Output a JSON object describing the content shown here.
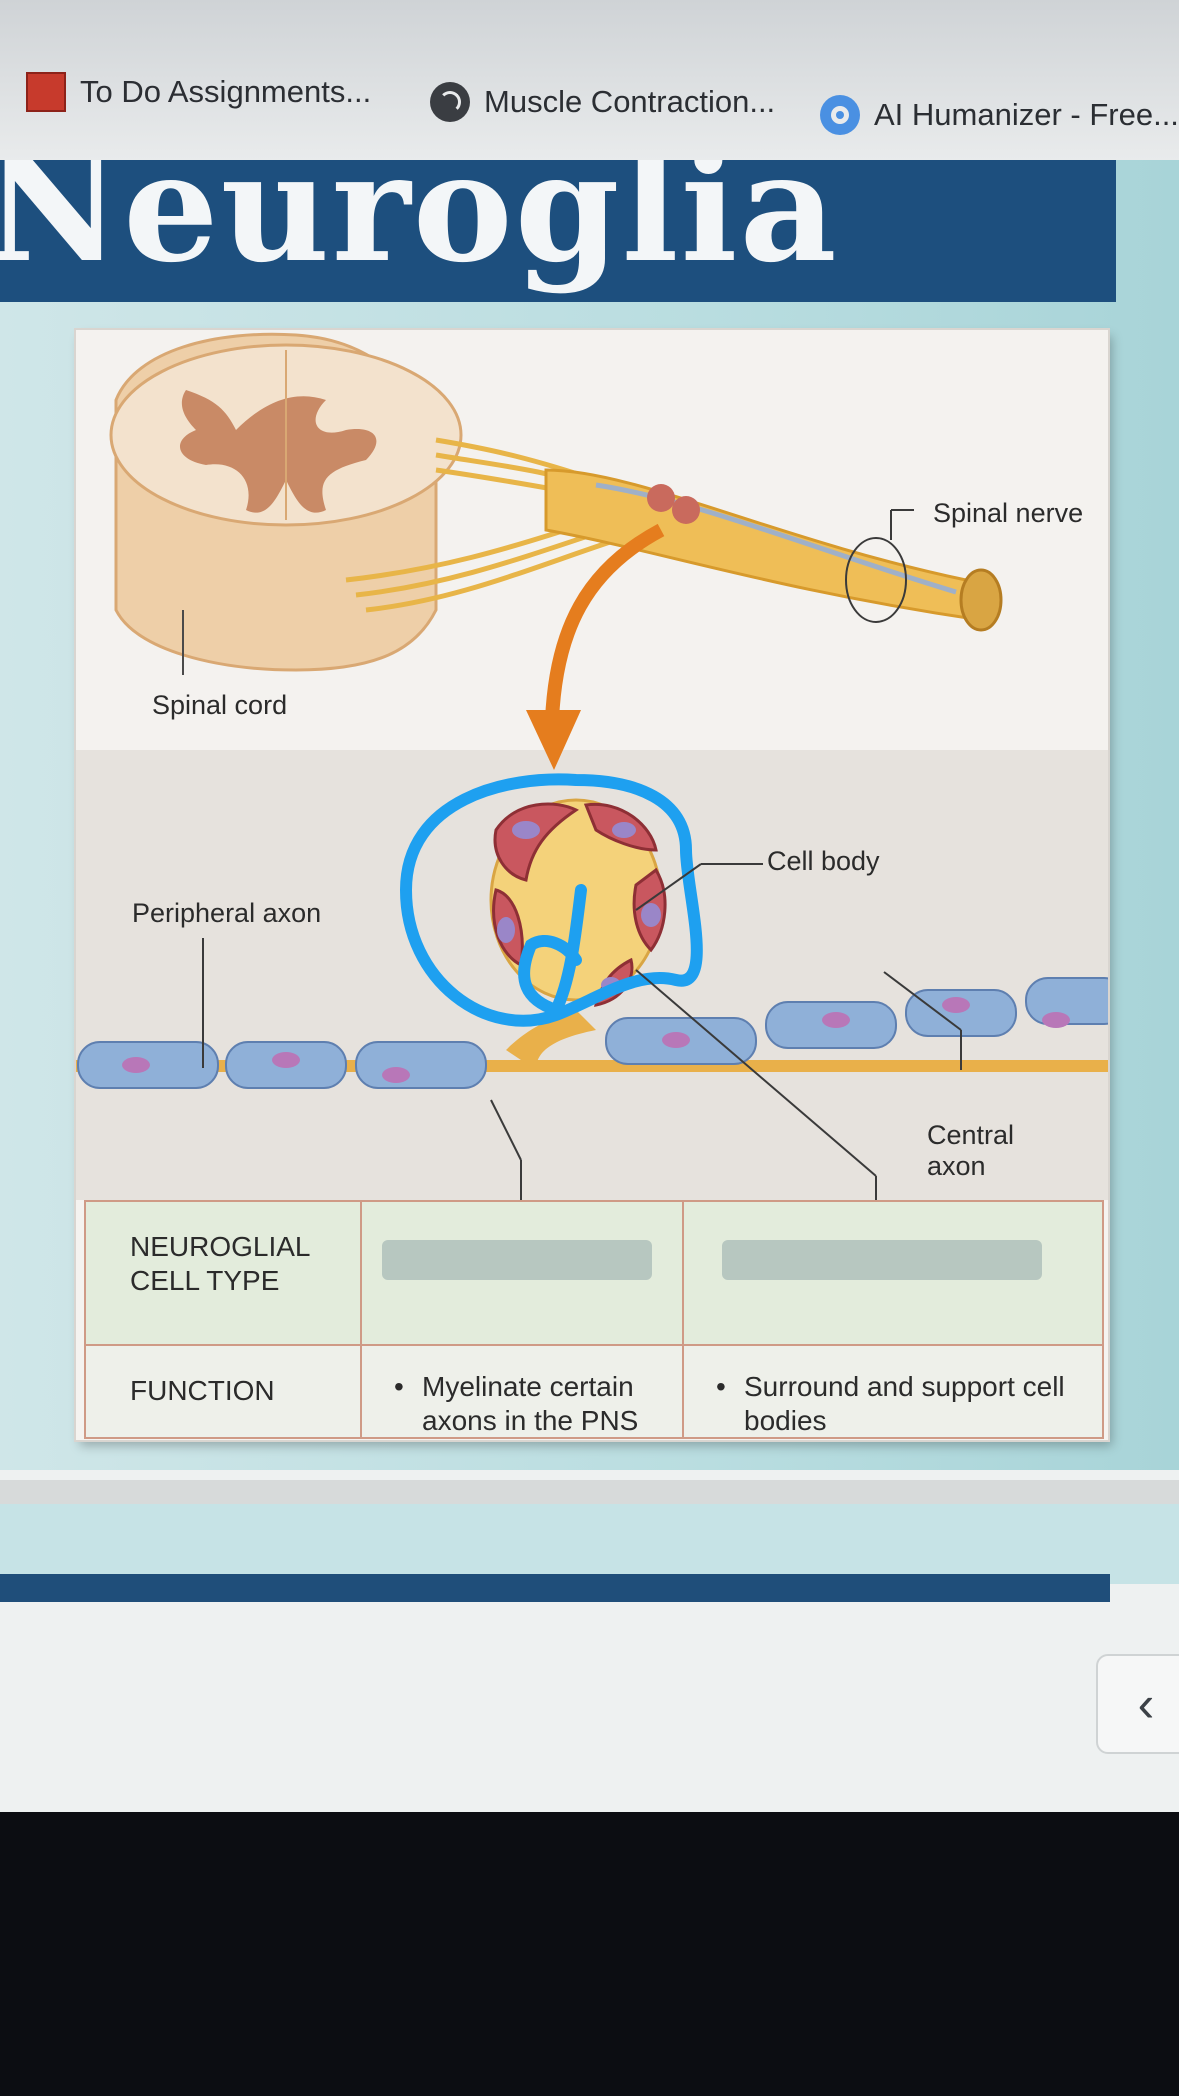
{
  "bookmarks": [
    {
      "icon": "mcgraw-hill-icon",
      "label": "To Do Assignments..."
    },
    {
      "icon": "globe-icon",
      "label": "Muscle Contraction..."
    },
    {
      "icon": "ai-humanizer-icon",
      "label": "AI Humanizer - Free..."
    }
  ],
  "banner": {
    "title": "Neuroglia"
  },
  "figure": {
    "labels": {
      "spinal_nerve": "Spinal nerve",
      "spinal_cord": "Spinal cord",
      "cell_body": "Cell body",
      "peripheral_axon": "Peripheral axon",
      "central_axon": "Central axon"
    },
    "annotation": {
      "color": "#1ea0f0",
      "description_mark": "hand-drawn circle"
    },
    "table": {
      "row1_header": "NEUROGLIAL CELL TYPE",
      "row1_values": [
        "",
        ""
      ],
      "row2_header": "FUNCTION",
      "row2_values": [
        "Myelinate certain axons in the PNS",
        "Surround and support cell bodies"
      ],
      "bullet": "•"
    }
  },
  "nav": {
    "back_icon": "chevron-left-icon",
    "back_glyph": "‹"
  },
  "colors": {
    "banner": "#1d4f7e",
    "highlight": "#1ea0f0",
    "axon": "#8fb0d8",
    "cell": "#c9575f"
  }
}
